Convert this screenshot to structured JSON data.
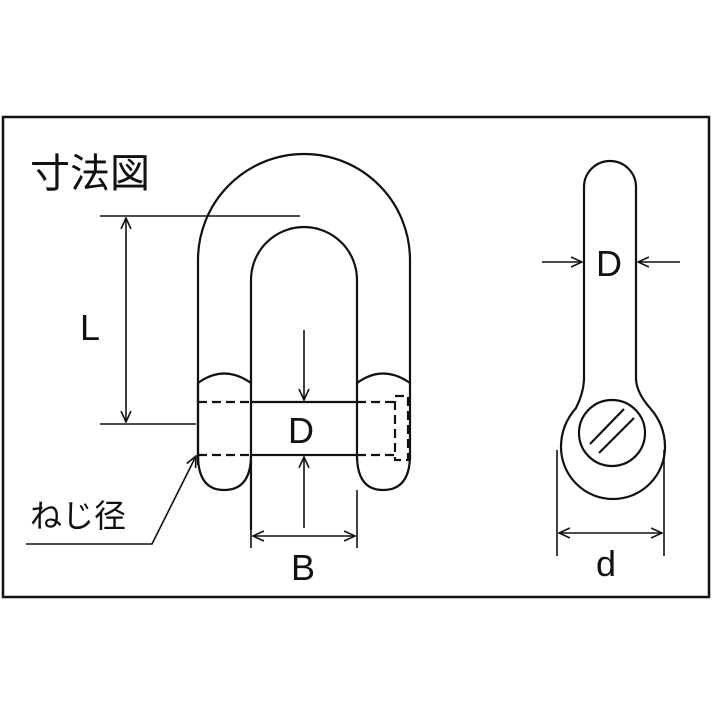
{
  "diagram": {
    "title": "寸法図",
    "labels": {
      "length": "L",
      "pin_diameter_front": "D",
      "pin_diameter_side": "D",
      "inner_width": "B",
      "eye_width": "d",
      "thread_diameter": "ねじ径"
    },
    "colors": {
      "line": "#111111",
      "background": "#ffffff",
      "frame": "#111111"
    },
    "views": [
      "front-view-d-shackle",
      "side-view-pin"
    ]
  }
}
